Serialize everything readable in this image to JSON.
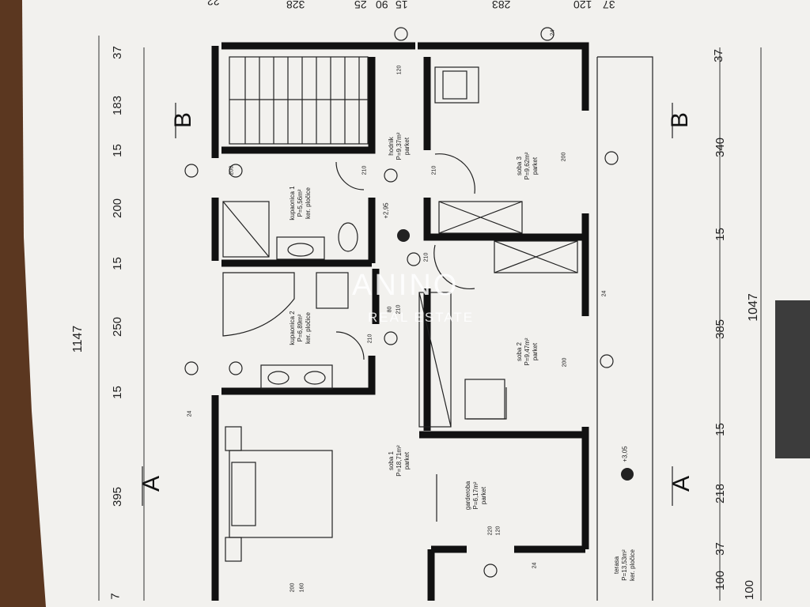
{
  "dimensions": {
    "left_total": "1147",
    "left_segments": [
      "37",
      "183",
      "15",
      "200",
      "15",
      "250",
      "15",
      "395",
      "7"
    ],
    "right_total": "1047",
    "right_segments": [
      "37",
      "340",
      "15",
      "385",
      "15",
      "218",
      "37",
      "100"
    ],
    "right_extra": "100",
    "top_segments": [
      "22",
      "328",
      "25",
      "90",
      "15",
      "283",
      "120",
      "37"
    ]
  },
  "rooms": [
    {
      "name": "hodnik",
      "area": "P=9,37m²",
      "floor": "parket"
    },
    {
      "name": "kupaonica 1",
      "area": "P=5,56m²",
      "floor": "ker. pločice"
    },
    {
      "name": "kupaonica 2",
      "area": "P=6,89m²",
      "floor": "ker. pločice"
    },
    {
      "name": "soba 1",
      "area": "P=18,71m²",
      "floor": "parket"
    },
    {
      "name": "soba 2",
      "area": "P=9,47m²",
      "floor": "parket"
    },
    {
      "name": "soba 3",
      "area": "P=9,62m²",
      "floor": "parket"
    },
    {
      "name": "garderoba",
      "area": "P=6,17m²",
      "floor": "parket"
    },
    {
      "name": "terasa",
      "area": "P=13,53m²",
      "floor": "ker. pločice"
    }
  ],
  "section_marks": [
    "B",
    "B",
    "A",
    "A"
  ],
  "levels": [
    "+2,95",
    "+3,05"
  ],
  "wall_thickness": [
    "24",
    "24",
    "24",
    "24"
  ],
  "openings": [
    "200",
    "200",
    "210",
    "210",
    "210",
    "210",
    "80",
    "210",
    "200",
    "160",
    "220",
    "120",
    "200",
    "120"
  ],
  "watermark": {
    "brand": "ANINO",
    "tagline": "REAL ESTATE"
  }
}
